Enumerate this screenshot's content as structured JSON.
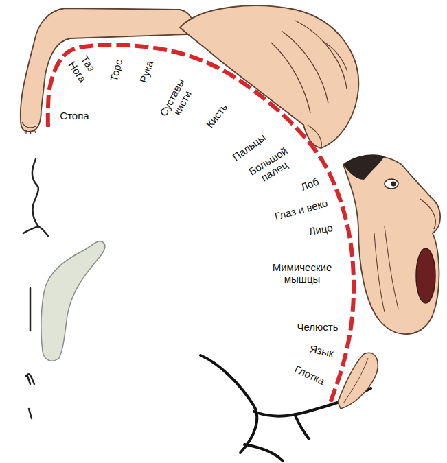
{
  "diagram": {
    "labels": [
      "Стопа",
      "Нога",
      "Таз",
      "Торс",
      "Рука",
      "Суставы кисти",
      "Кисть",
      "Пальцы",
      "Большой палец",
      "Лоб",
      "Глаз и веко",
      "Лицо",
      "Мимические мышцы",
      "Челюсть",
      "Язык",
      "Глотка"
    ]
  }
}
